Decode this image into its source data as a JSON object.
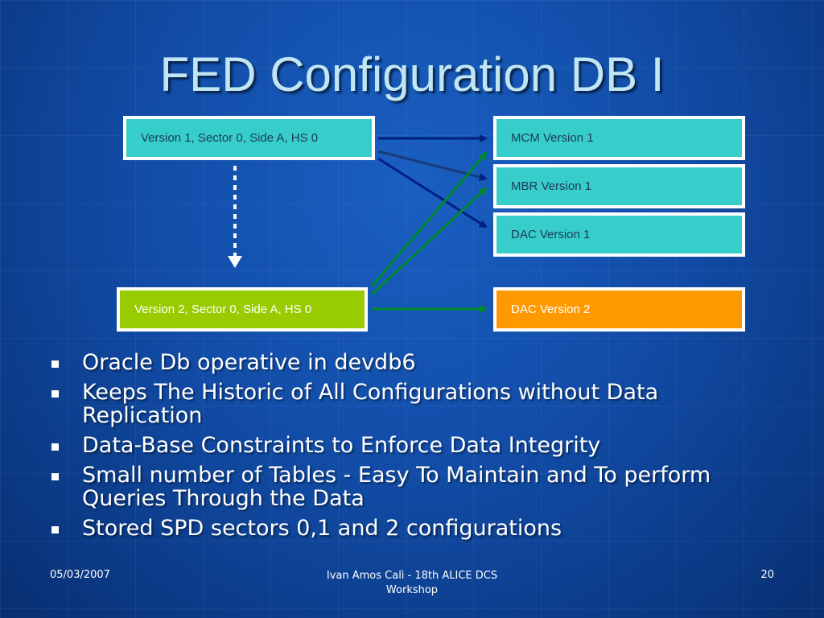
{
  "slide": {
    "title": "FED Configuration DB I",
    "diagram": {
      "boxes": {
        "v1": "Version 1, Sector 0, Side A, HS 0",
        "v2": "Version 2, Sector 0, Side A, HS 0",
        "mcm1": "MCM Version 1",
        "mbr1": "MBR Version 1",
        "dac1": "DAC Version 1",
        "dac2": "DAC Version 2"
      },
      "colors": {
        "teal": "#37cdcb",
        "green": "#99cc00",
        "orange": "#ff9900",
        "arrow_navy": "#002080",
        "arrow_green": "#008a2e",
        "arrow_dashed": "#ffffff"
      }
    },
    "bullets": [
      "Oracle Db operative in devdb6",
      "Keeps The Historic of All Configurations without Data Replication",
      "Data-Base Constraints to Enforce Data Integrity",
      "Small number of Tables - Easy To Maintain and To perform Queries Through the Data",
      "Stored SPD sectors 0,1 and 2 configurations"
    ],
    "footer": {
      "date": "05/03/2007",
      "author": "Ivan Amos Calì - 18th ALICE DCS Workshop",
      "page": "20"
    }
  }
}
